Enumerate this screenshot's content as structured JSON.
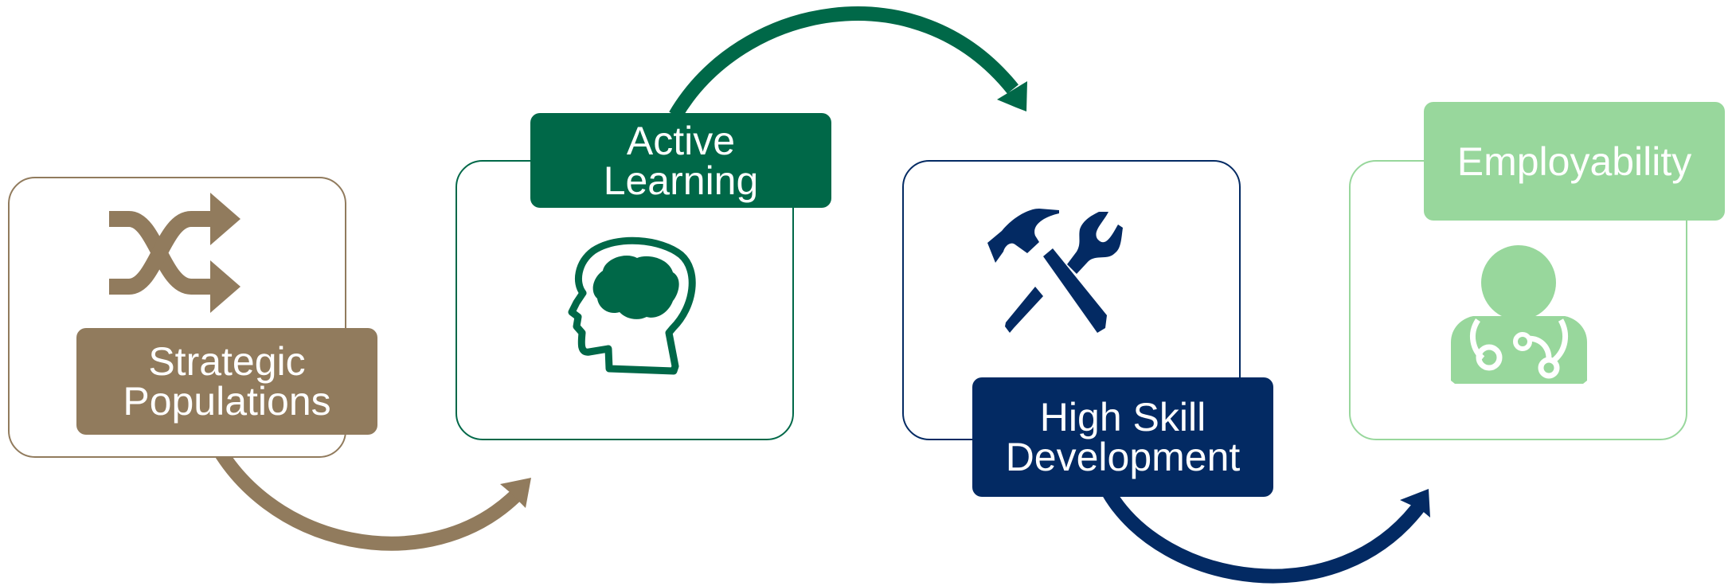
{
  "colors": {
    "strategic": "#917b5d",
    "active": "#006848",
    "high_skill": "#032a63",
    "employability": "#98d79c"
  },
  "steps": [
    {
      "line1": "Strategic",
      "line2": "Populations",
      "icon": "shuffle-icon"
    },
    {
      "line1": "Active",
      "line2": "Learning",
      "icon": "brain-head-icon"
    },
    {
      "line1": "High Skill",
      "line2": "Development",
      "icon": "hammer-wrench-tools-icon"
    },
    {
      "line1": "Employability",
      "icon": "doctor-stethoscope-icon"
    }
  ]
}
